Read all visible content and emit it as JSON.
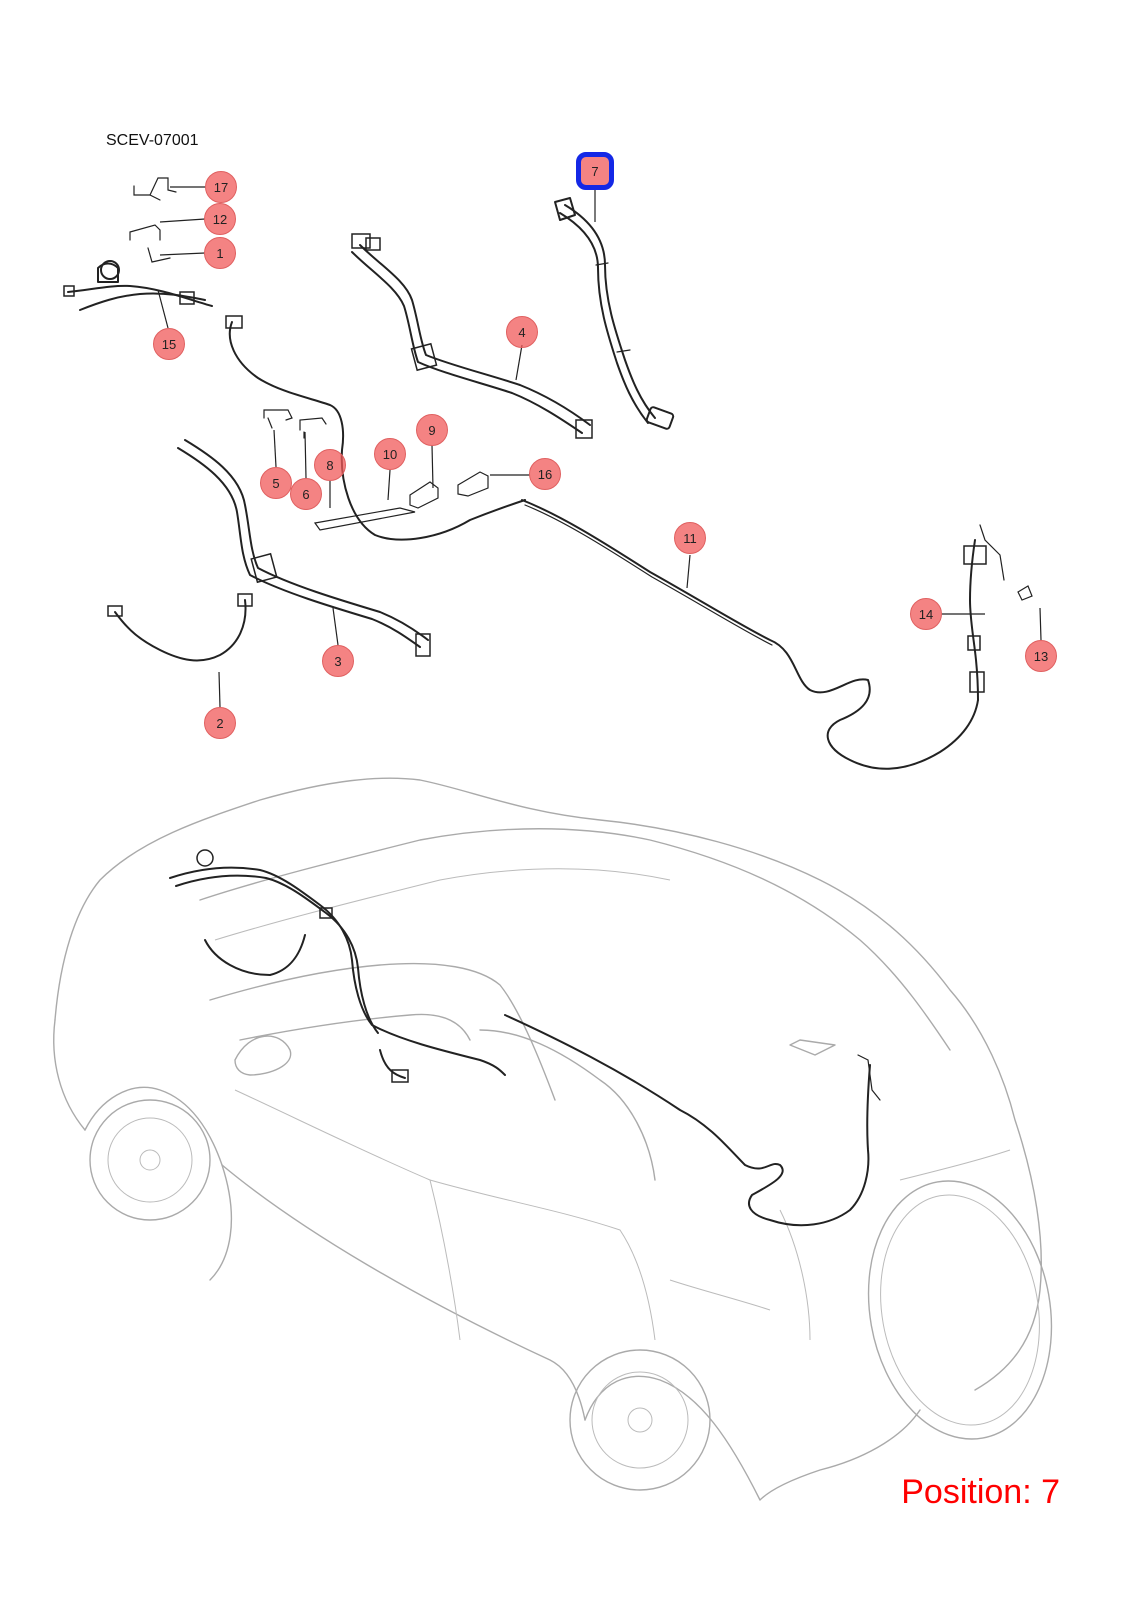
{
  "diagram": {
    "code": "SCEV-07001",
    "position_label": "Position: 7",
    "highlighted_part": "7",
    "callouts": [
      "17",
      "12",
      "1",
      "15",
      "4",
      "7",
      "5",
      "6",
      "8",
      "10",
      "9",
      "16",
      "11",
      "3",
      "2",
      "14",
      "13"
    ],
    "colors": {
      "callout_fill": "#f05a5a",
      "highlight_border": "#1428e6",
      "position_text": "#ff0000"
    }
  }
}
